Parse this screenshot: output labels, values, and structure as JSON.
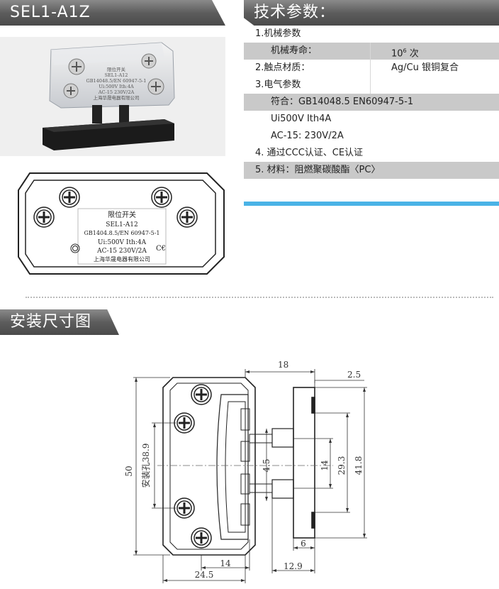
{
  "headers": {
    "model": "SEL1-A1Z",
    "spec": "技术参数：",
    "dimensions": "安装尺寸图"
  },
  "specs": {
    "rows": [
      {
        "label": "1.机械参数",
        "value": ""
      },
      {
        "label": "机械寿命：",
        "value_base": "10",
        "value_sup": "6",
        "value_tail": " 次"
      },
      {
        "label": "2.触点材质：",
        "value": "Ag/Cu 银铜复合"
      },
      {
        "label": "3.电气参数",
        "value": ""
      },
      {
        "label": "符合：GB14048.5  EN60947-5-1"
      },
      {
        "label": "Ui500V   Ith4A"
      },
      {
        "label": "AC-15: 230V/2A"
      },
      {
        "label": "4. 通过CCC认证、CE认证"
      },
      {
        "label": "5. 材料：阻燃聚碳酸酯〈PC〉"
      }
    ]
  },
  "front_label": {
    "line1": "限位开关",
    "line2": "SEL1-A12",
    "line3": "GB1404.8.5/EN 60947-5-1",
    "line4": "Ui:500V Ith:4A",
    "line5": "AC-15 230V/2A",
    "line6": "上海华晟电器有限公司"
  },
  "photo_label": {
    "line1": "限位开关",
    "line2": "SEL1-A12",
    "line3": "GB14048.5/EN 60947-5-1",
    "line4": "Ui:500V Ith:4A",
    "line5": "AC-15 230V/2A",
    "line6": "上海华晟电器有限公司"
  },
  "dims": {
    "d18": "18",
    "d2_5": "2.5",
    "d50": "50",
    "d_hole": "安装孔38.9",
    "d4_5": "4.5",
    "d14v": "14",
    "d29_3": "29.3",
    "d41_8": "41.8",
    "d6": "6",
    "d14h": "14",
    "d12_9": "12.9",
    "d24_5": "24.5"
  },
  "colors": {
    "header_gray": "#5d5d5d",
    "spec_row_shade": "#c9c9c9",
    "accent_blue": "#4ab3e6"
  }
}
